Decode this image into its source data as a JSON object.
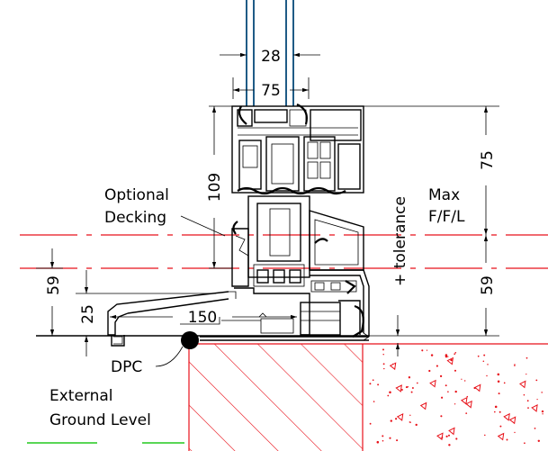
{
  "dimensions": {
    "glass_gap": "28",
    "frame_width": "75",
    "frame_height": "109",
    "upper_height": "75",
    "lower_height": "59",
    "left_height": "59",
    "sill_height": "25",
    "sill_projection": "150"
  },
  "labels": {
    "decking_line1": "Optional",
    "decking_line2": "Decking",
    "ffl_line1": "Max",
    "ffl_line2": "F/F/L",
    "tolerance": "+ tolerance",
    "dpc": "DPC",
    "ground_line1": "External",
    "ground_line2": "Ground Level"
  },
  "colors": {
    "outline": "#000000",
    "datum_lines": "#e8121a",
    "glass": "#1f5b86",
    "ground_line": "#22c81e"
  }
}
